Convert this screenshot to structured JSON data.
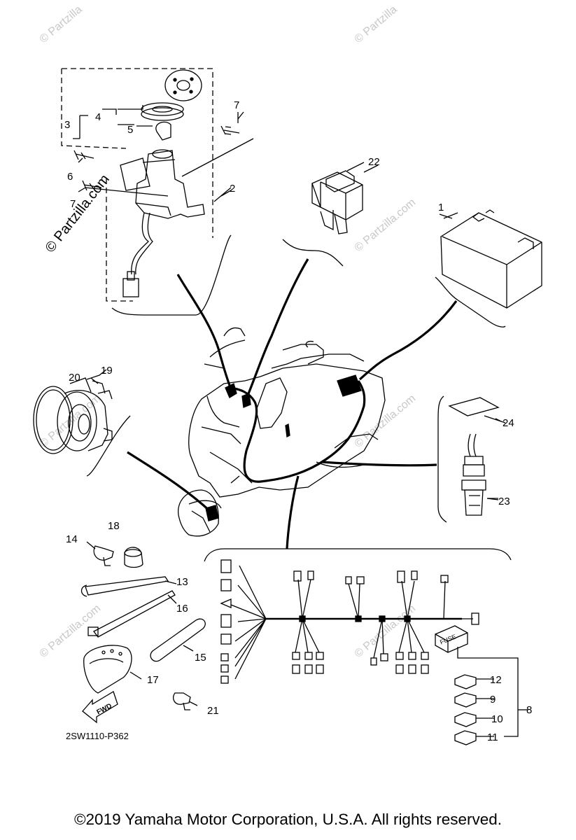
{
  "diagram": {
    "watermark": "© Partzilla.com",
    "watermark_short": "© Partzilla",
    "side_watermark": "© Partzilla.com",
    "code": "2SW1110-P362",
    "fuse_label": "FUSE",
    "fwd_label": "FWD",
    "copyright": "©2019 Yamaha Motor Corporation, U.S.A. All rights reserved.",
    "callouts": [
      "1",
      "2",
      "3",
      "4",
      "5",
      "6",
      "7",
      "7",
      "8",
      "9",
      "10",
      "11",
      "12",
      "13",
      "14",
      "15",
      "16",
      "17",
      "18",
      "19",
      "20",
      "21",
      "22",
      "23",
      "24"
    ]
  }
}
